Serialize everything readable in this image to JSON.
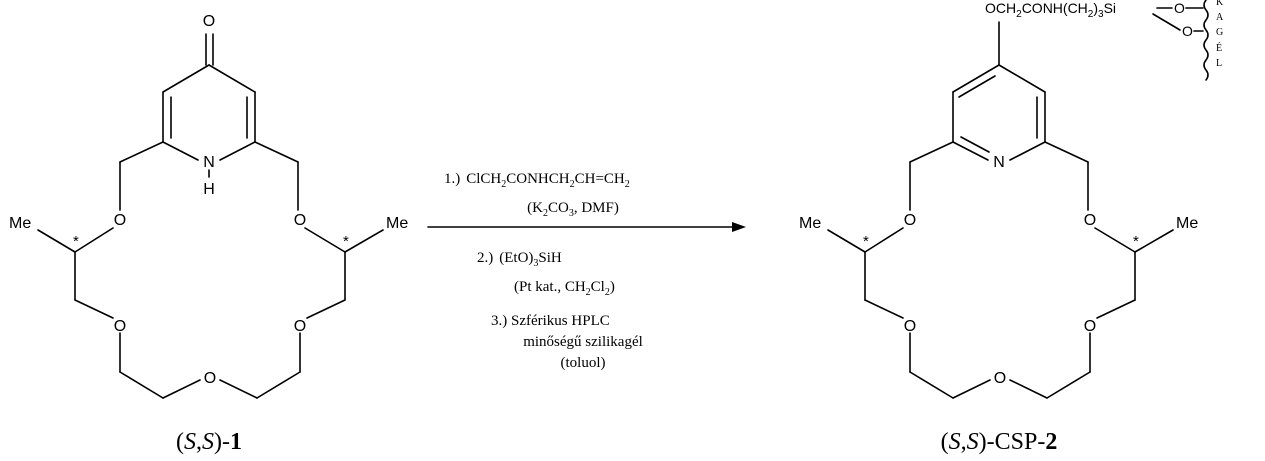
{
  "left_molecule": {
    "atoms": {
      "carbonyl_o": "O",
      "ring_n": "N",
      "nh_h": "H",
      "o_left": "O",
      "o_right": "O",
      "o_mid_left": "O",
      "o_mid_right": "O",
      "o_bottom": "O",
      "me_left": "Me",
      "me_right": "Me",
      "stereo_star": "*"
    },
    "label": {
      "open": "(",
      "s1": "S",
      "comma": ",",
      "s2": "S",
      "close": ")-",
      "number": "1"
    }
  },
  "reaction": {
    "step1": {
      "prefix": "1.)",
      "formula": [
        "ClCH",
        "2",
        "CONHCH",
        "2",
        "CH=CH",
        "2"
      ],
      "conditions": [
        "(K",
        "2",
        "CO",
        "3",
        ", DMF)"
      ]
    },
    "step2": {
      "prefix": "2.)",
      "formula": [
        "(EtO)",
        "3",
        "SiH"
      ],
      "conditions": [
        "(Pt kat., CH",
        "2",
        "Cl",
        "2",
        ")"
      ]
    },
    "step3": {
      "line1": "3.) Szférikus HPLC",
      "line2": "minőségű szilikagél",
      "line3": "(toluol)"
    }
  },
  "right_molecule": {
    "atoms": {
      "ring_n": "N",
      "o_left": "O",
      "o_right": "O",
      "o_mid_left": "O",
      "o_mid_right": "O",
      "o_bottom": "O",
      "me_left": "Me",
      "me_right": "Me",
      "stereo_star": "*"
    },
    "substituent": [
      "OCH",
      "2",
      "CONH(CH",
      "2",
      ")",
      "3",
      "Si"
    ],
    "si_oxygen_1": "O",
    "si_oxygen_2": "O",
    "support_letters": [
      "K",
      "A",
      "G",
      "É",
      "L"
    ],
    "label": {
      "open": "(",
      "s1": "S",
      "comma": ",",
      "s2": "S",
      "close": ")-CSP-",
      "number": "2"
    }
  }
}
